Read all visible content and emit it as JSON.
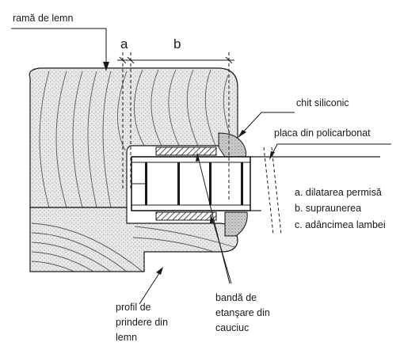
{
  "labels": {
    "wood_frame": "ramă de lemn",
    "dim_a": "a",
    "dim_b": "b",
    "silicone": "chit siliconic",
    "polycarbonate_sheet": "placa din policarbonat",
    "rubber_band_1": "bandă de",
    "rubber_band_2": "etanşare din",
    "rubber_band_3": "cauciuc",
    "profile_1": "profil de",
    "profile_2": "prindere din",
    "profile_3": "lemn"
  },
  "legend": {
    "a": "a. dilatarea permisă",
    "b": "b. supraunerea",
    "c": "c. adâncimea lambei"
  }
}
